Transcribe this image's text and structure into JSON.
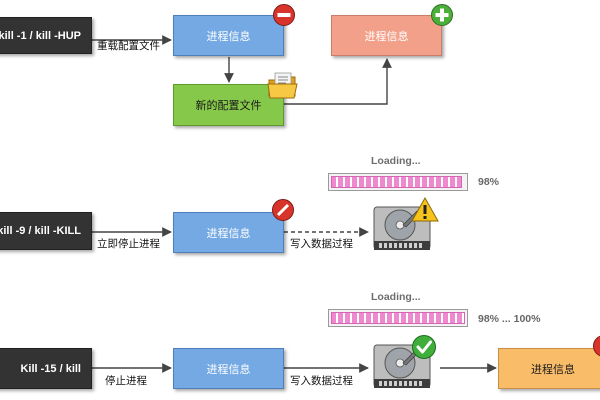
{
  "rows": [
    {
      "command": "kill -1 / kill -HUP",
      "action_label": "重载配置文件",
      "process_box": "进程信息",
      "config_box": "新的配置文件",
      "new_process_box": "进程信息"
    },
    {
      "command": "kill -9 / kill -KILL",
      "action_label": "立即停止进程",
      "process_box": "进程信息",
      "write_label": "写入数据过程",
      "loading": "Loading...",
      "progress_text": "98%",
      "progress_fraction": 0.98
    },
    {
      "command": "Kill -15 / kill",
      "action_label": "停止进程",
      "process_box": "进程信息",
      "write_label": "写入数据过程",
      "loading": "Loading...",
      "progress_text": "98% ... 100%",
      "progress_fraction": 1.0,
      "final_box": "进程信息"
    }
  ],
  "colors": {
    "command_bg": "#333333",
    "process_bg": "#74a9e3",
    "new_process_bg": "#f2a08a",
    "config_bg": "#86c84a",
    "final_bg": "#f9bd6a",
    "progress_fill": "#ee88cf"
  },
  "icons": [
    "minus-icon",
    "plus-icon",
    "folder-document-icon",
    "hard-drive-icon",
    "warning-icon",
    "stop-icon",
    "check-icon"
  ]
}
